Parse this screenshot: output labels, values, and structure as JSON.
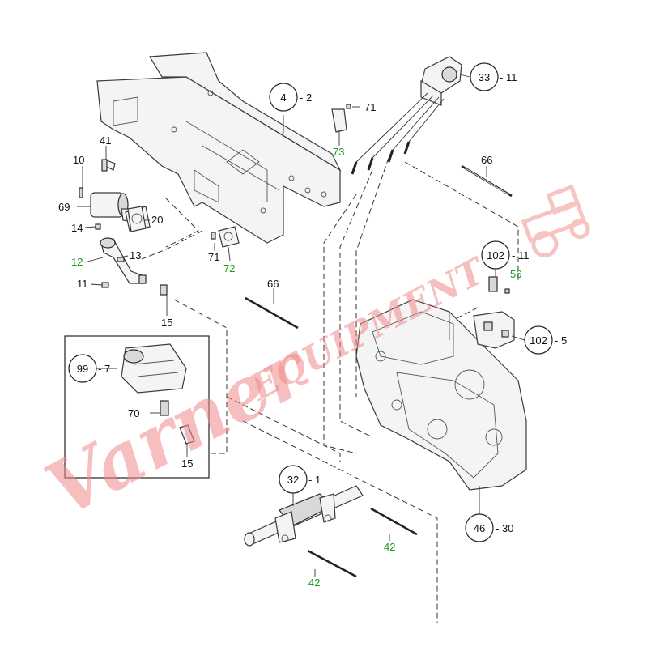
{
  "diagram": {
    "callouts": [
      {
        "id": "c-4-2",
        "circle": "4",
        "suffix": "- 2"
      },
      {
        "id": "c-33-11",
        "circle": "33",
        "suffix": "- 11"
      },
      {
        "id": "c-102-11",
        "circle": "102",
        "suffix": "- 11"
      },
      {
        "id": "c-102-5",
        "circle": "102",
        "suffix": "- 5"
      },
      {
        "id": "c-99-7",
        "circle": "99",
        "suffix": "- 7"
      },
      {
        "id": "c-32-1",
        "circle": "32",
        "suffix": "- 1"
      },
      {
        "id": "c-46-30",
        "circle": "46",
        "suffix": "- 30"
      }
    ],
    "labels": {
      "l71a": "71",
      "l73": "73",
      "l66a": "66",
      "l10": "10",
      "l41": "41",
      "l69": "69",
      "l14": "14",
      "l20": "20",
      "l71b": "71",
      "l72": "72",
      "l13": "13",
      "l12": "12",
      "l11": "11",
      "l66b": "66",
      "l15a": "15",
      "l56": "56",
      "l70": "70",
      "l15b": "15",
      "l42a": "42",
      "l42b": "42"
    },
    "watermark": {
      "script": "Varner",
      "block": "EQUIPMENT"
    },
    "colors": {
      "highlight": "#1a9a1a",
      "watermark": "#f08a8a"
    }
  }
}
